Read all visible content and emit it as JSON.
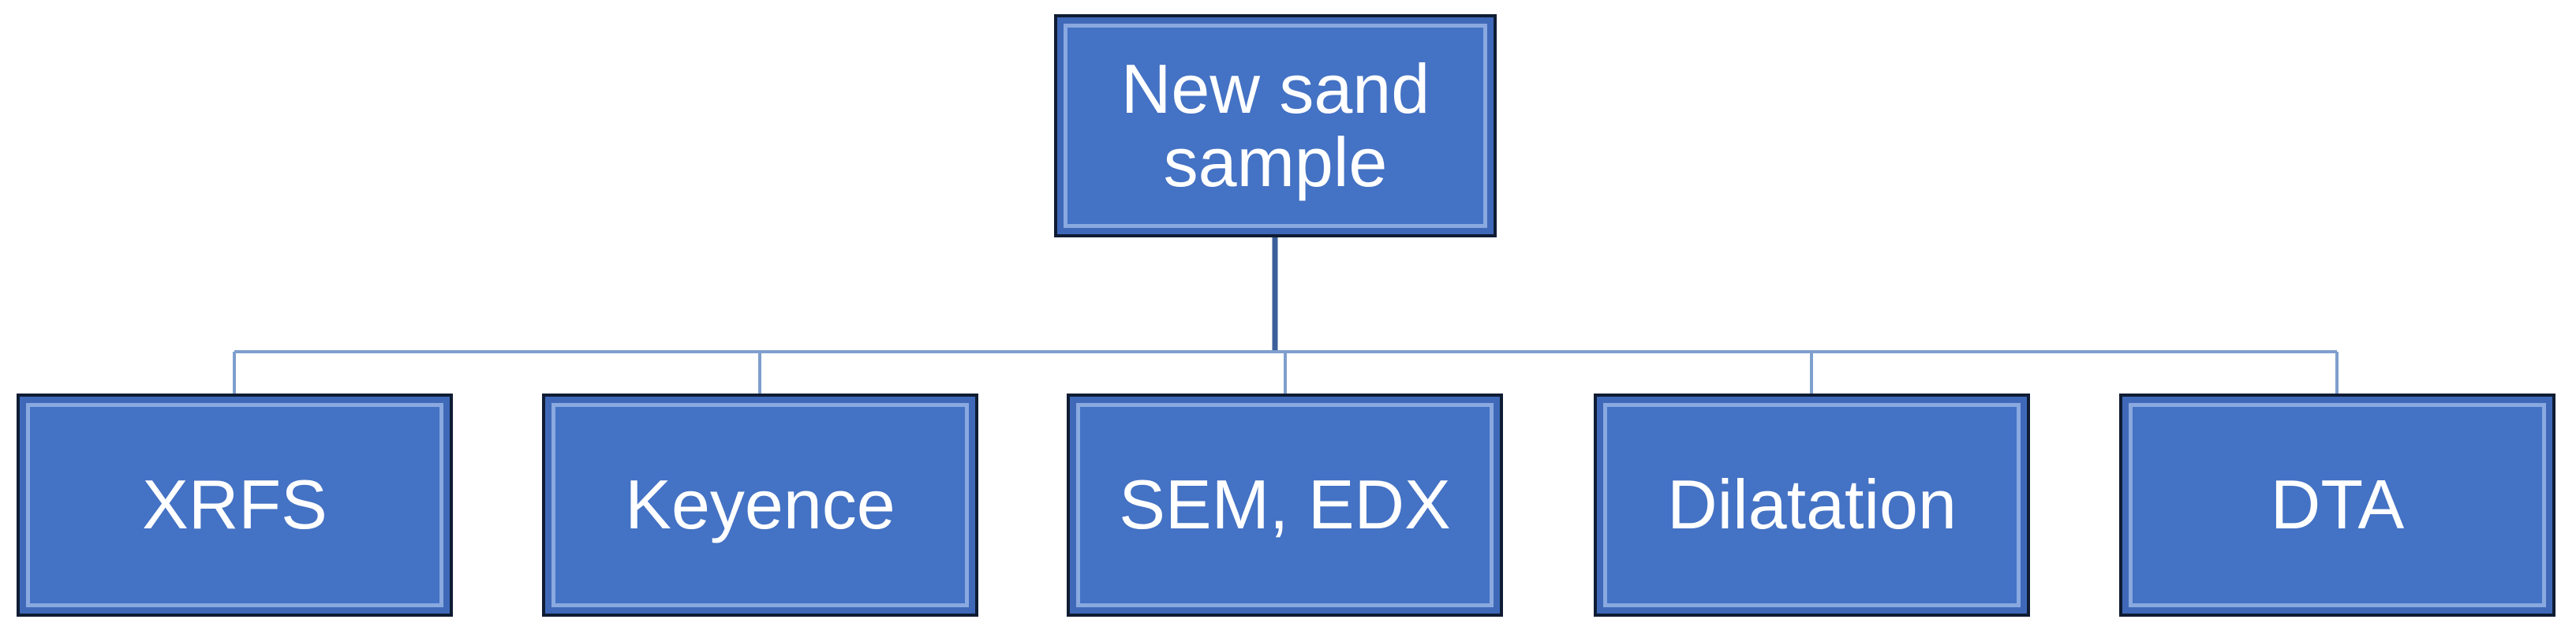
{
  "diagram": {
    "root": {
      "label": "New sand\nsample"
    },
    "children": [
      {
        "label": "XRFS"
      },
      {
        "label": "Keyence"
      },
      {
        "label": "SEM, EDX"
      },
      {
        "label": "Dilatation"
      },
      {
        "label": "DTA"
      }
    ]
  },
  "colors": {
    "box_fill": "#4472c4",
    "box_border": "#0f1c33",
    "trunk_line": "#3b5f9a",
    "branch_line": "#7f9fcd",
    "text": "#ffffff"
  }
}
